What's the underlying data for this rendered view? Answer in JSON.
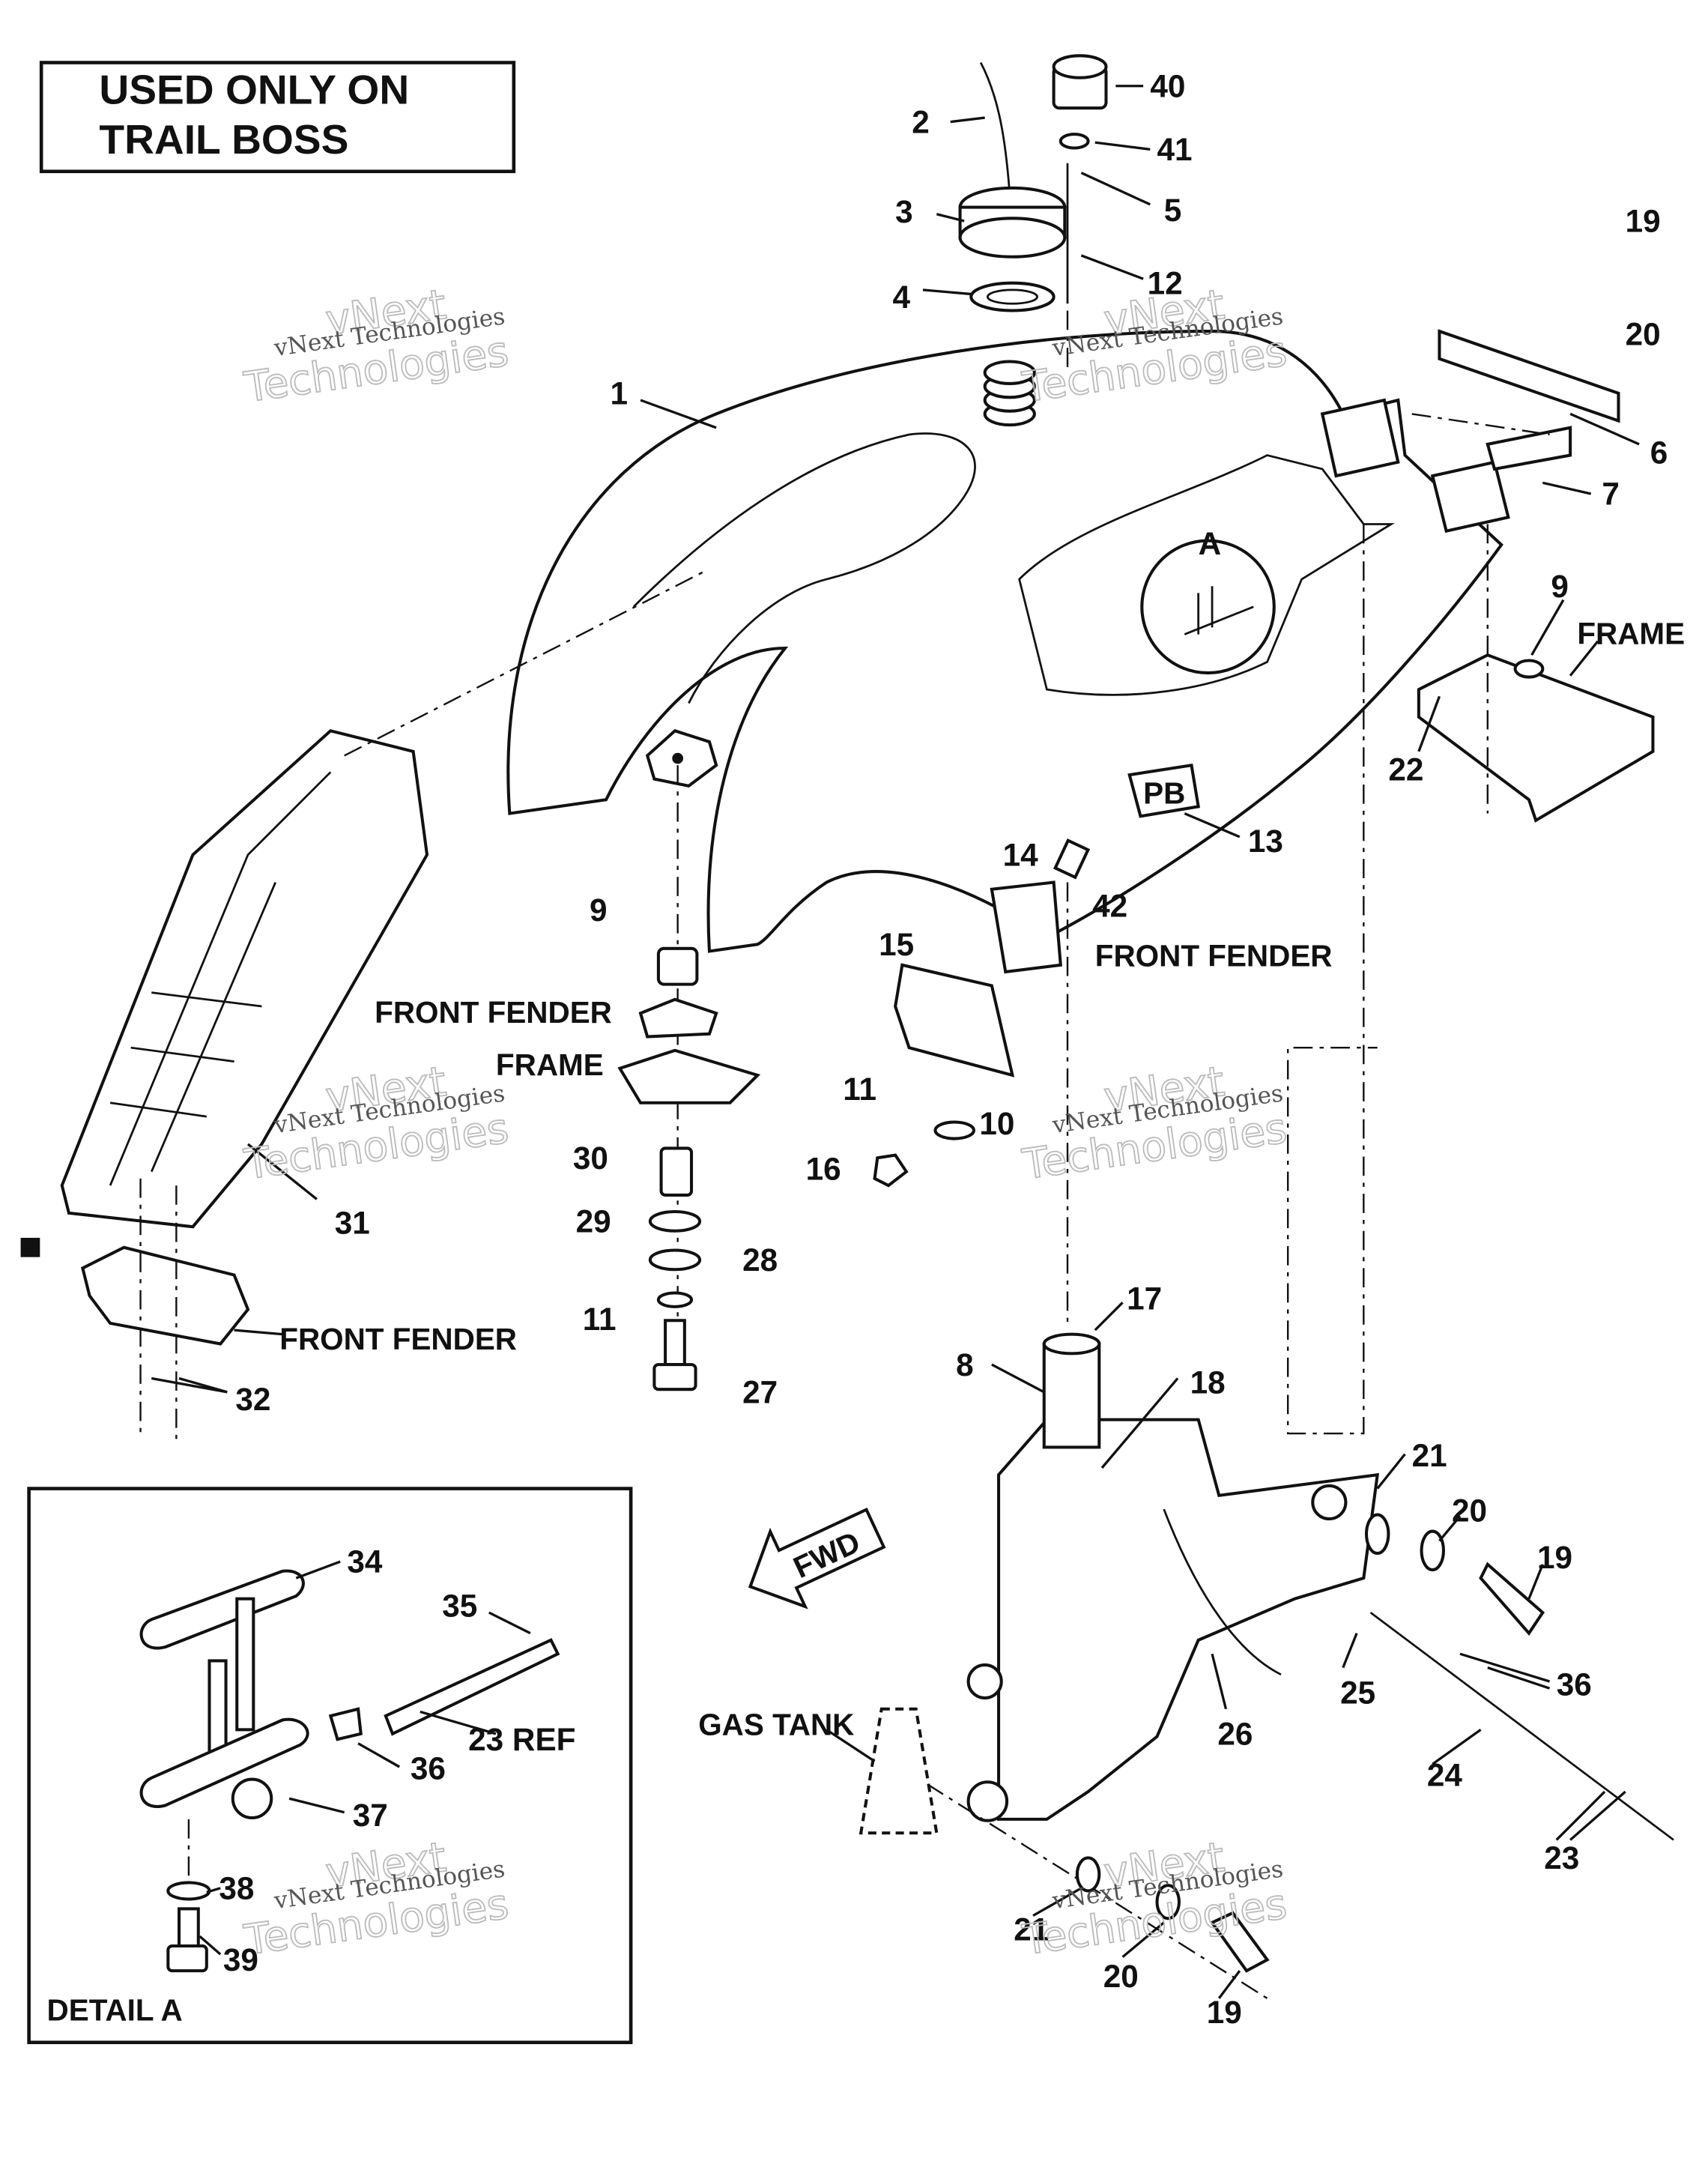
{
  "title_box": {
    "line1": "USED ONLY ON",
    "line2": "TRAIL BOSS"
  },
  "callouts": {
    "c40": "40",
    "c2": "2",
    "c41": "41",
    "c3": "3",
    "c5": "5",
    "c4": "4",
    "c12": "12",
    "c19a": "19",
    "c20a": "20",
    "c1": "1",
    "c6": "6",
    "c7": "7",
    "cA": "A",
    "c9a": "9",
    "c22": "22",
    "c13": "13",
    "c14": "14",
    "c42": "42",
    "c15": "15",
    "c9b": "9",
    "c11a": "11",
    "c10": "10",
    "c16": "16",
    "c30": "30",
    "c31": "31",
    "c29": "29",
    "c28": "28",
    "c11b": "11",
    "c17": "17",
    "c27": "27",
    "c8": "8",
    "c18": "18",
    "c32": "32",
    "c21a": "21",
    "c20b": "20",
    "c19b": "19",
    "c34": "34",
    "c35": "35",
    "c36a": "36",
    "c25": "25",
    "c26": "26",
    "c23ref": "23 REF",
    "c36b": "36",
    "c37": "37",
    "c24": "24",
    "c23": "23",
    "c38": "38",
    "c21b": "21",
    "c39": "39",
    "c20c": "20",
    "c19c": "19"
  },
  "labels": {
    "frame_right": "FRAME",
    "front_fender_right": "FRONT FENDER",
    "front_fender_mid": "FRONT FENDER",
    "frame_mid": "FRAME",
    "front_fender_left": "FRONT FENDER",
    "gas_tank": "GAS TANK",
    "fwd": "FWD",
    "detail_a": "DETAIL A",
    "decal": "PB"
  },
  "watermark": {
    "line1": "vNext Technologies",
    "line2": "vNext",
    "line3": "Technologies"
  }
}
